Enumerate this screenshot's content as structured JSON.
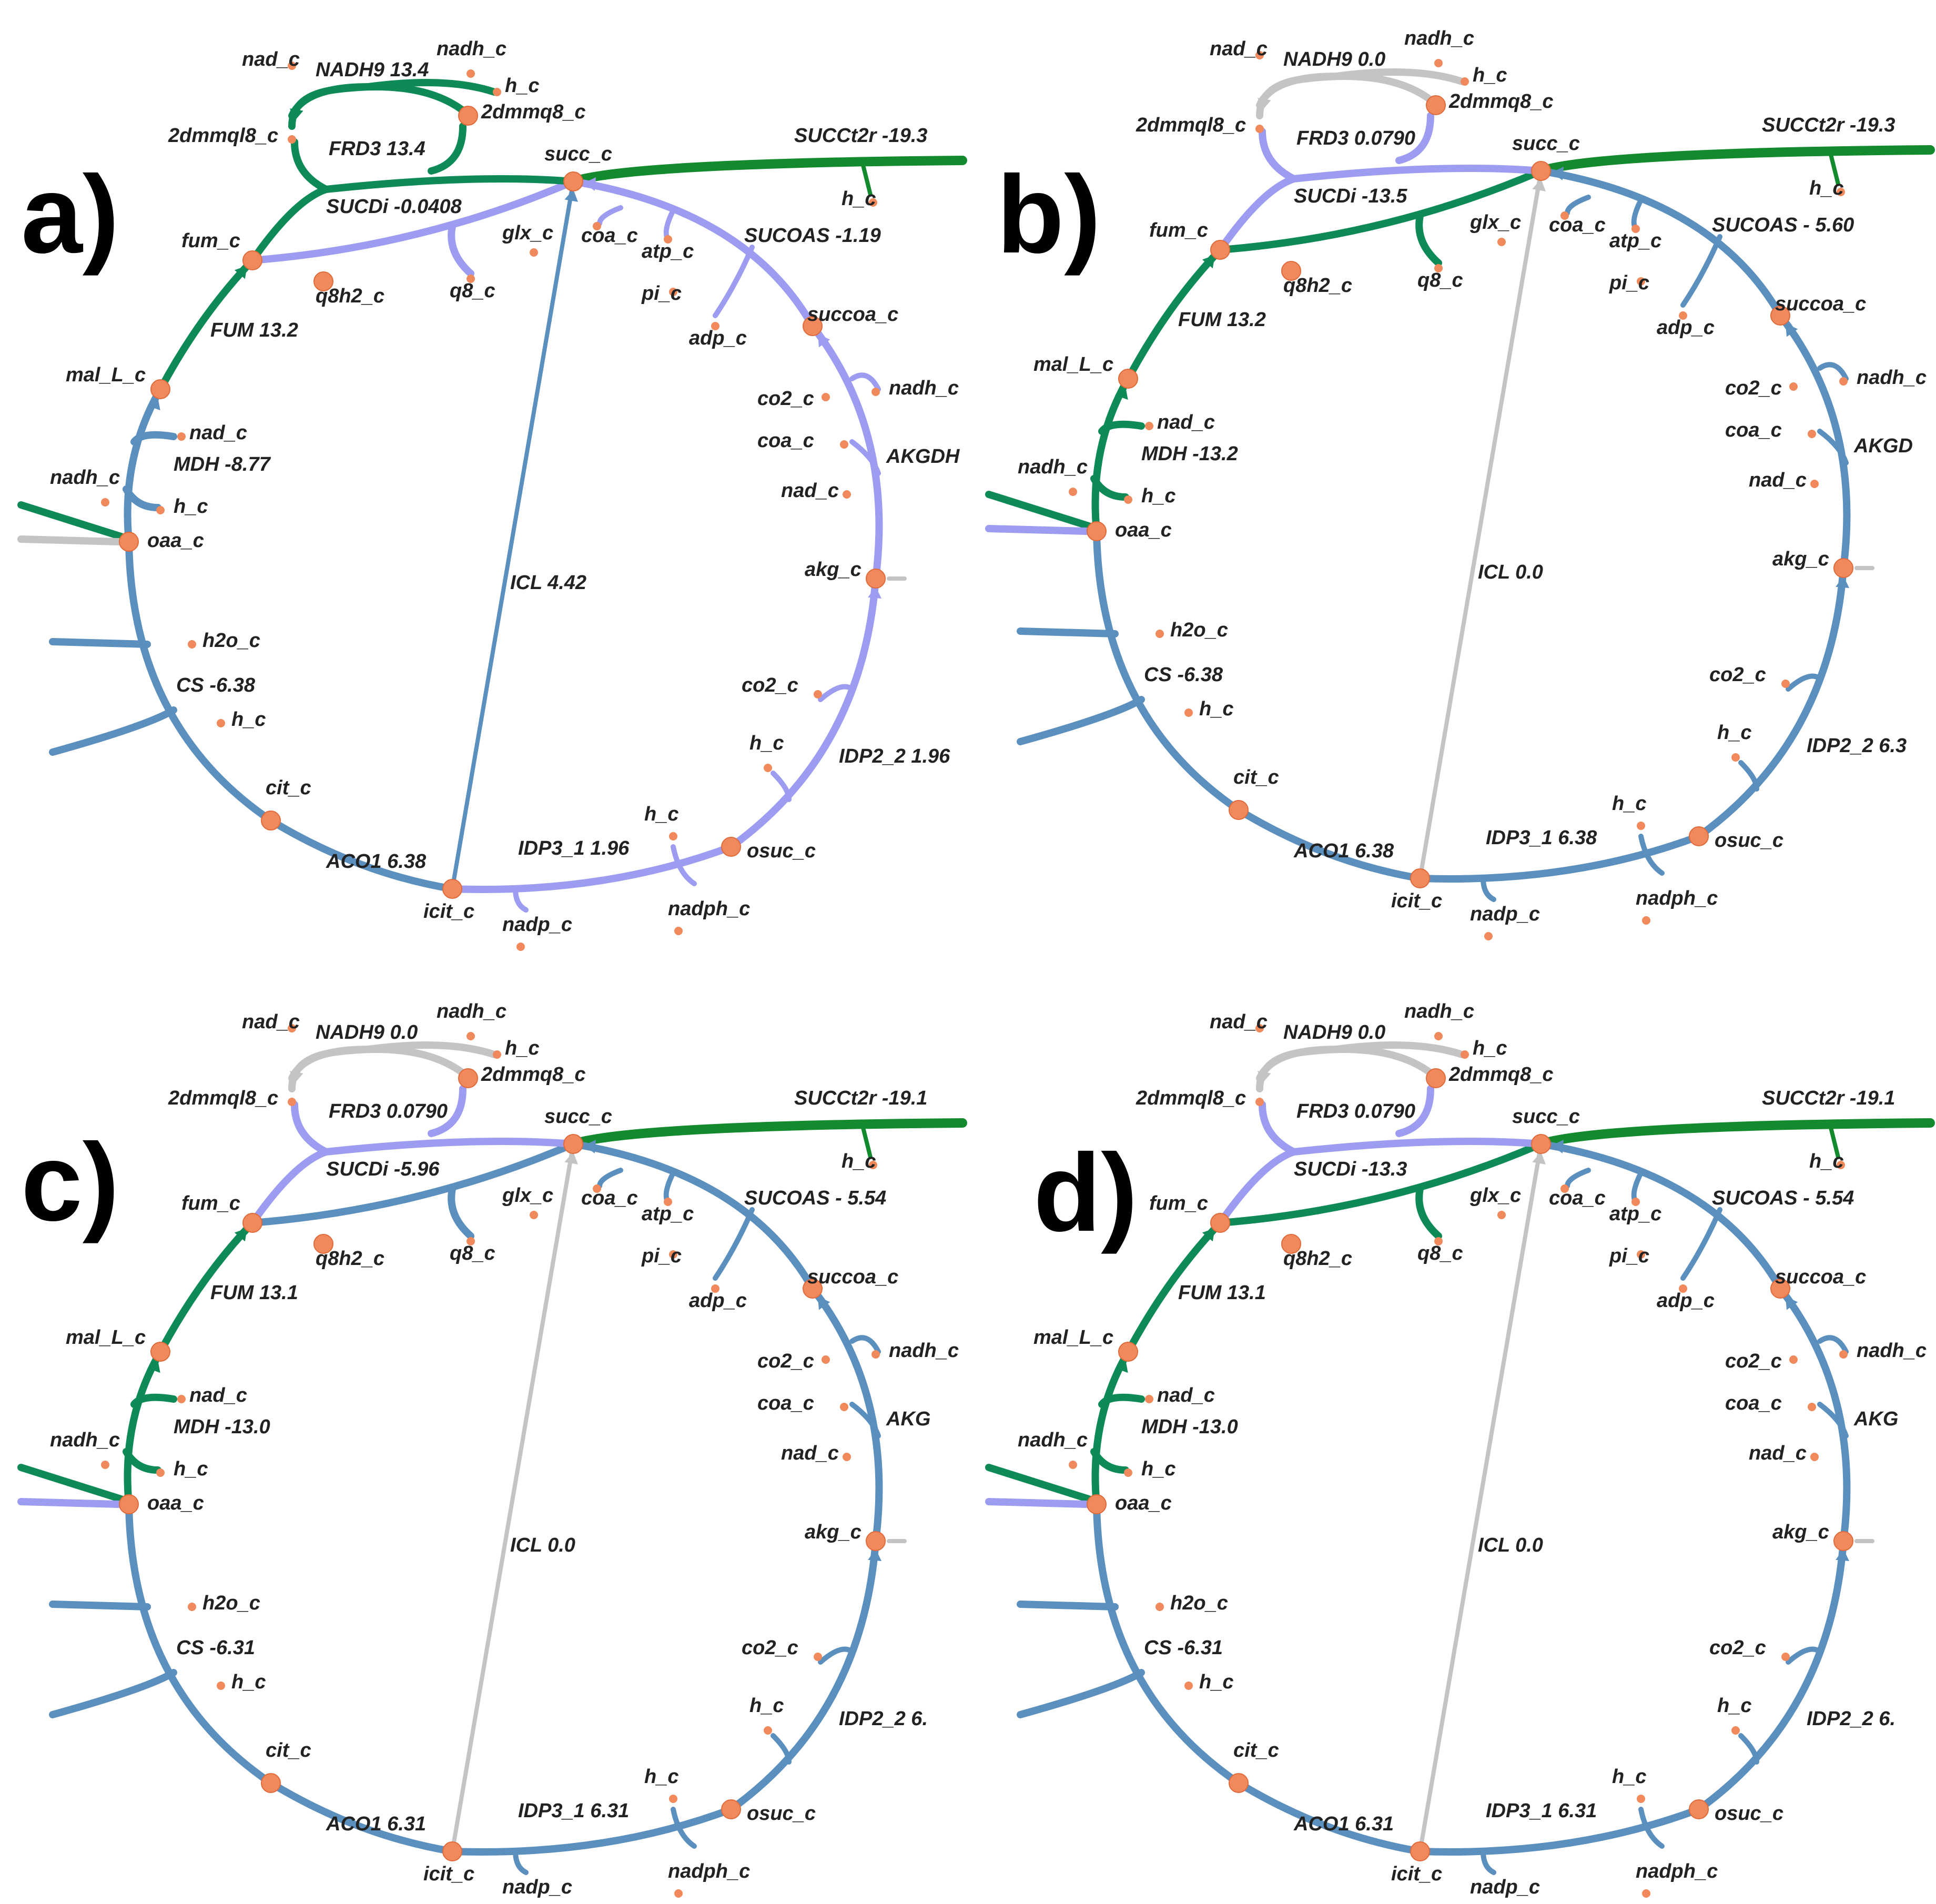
{
  "colors": {
    "green": "#0d8a55",
    "bright_green": "#138a2e",
    "steel_blue": "#5b8fbe",
    "lavender": "#9c9cf0",
    "gray": "#c4c4c4",
    "node": "#f08a5d",
    "node_stroke": "#e06a3a"
  },
  "panels": [
    {
      "id": "a",
      "label": "a)",
      "reactions": {
        "NADH9": "NADH9 13.4",
        "FRD3": "FRD3 13.4",
        "SUCDi": "SUCDi -0.0408",
        "SUCCt2r": "SUCCt2r -19.3",
        "SUCOAS": "SUCOAS -1.19",
        "AKGDH": "AKGDH",
        "FUM": "FUM 13.2",
        "MDH": "MDH -8.77",
        "CS": "CS -6.38",
        "ACO1": "ACO1 6.38",
        "ICL": "ICL 4.42",
        "IDP3_1": "IDP3_1 1.96",
        "IDP2_2": "IDP2_2 1.96"
      },
      "flux_colors": {
        "NADH9": "green",
        "FRD3": "green",
        "SUCDi": "lavender",
        "SUCCt2r": "bright_green",
        "SUCOAS": "lavender",
        "AKGDH": "lavender",
        "FUM": "green",
        "MDH": "steel_blue",
        "CS": "steel_blue",
        "ACO1": "steel_blue",
        "ICL": "steel_blue",
        "IDP3_1": "lavender",
        "IDP2_2": "lavender",
        "oaa_in_top": "green",
        "oaa_in_bottom": "gray"
      }
    },
    {
      "id": "b",
      "label": "b)",
      "reactions": {
        "NADH9": "NADH9 0.0",
        "FRD3": "FRD3 0.0790",
        "SUCDi": "SUCDi -13.5",
        "SUCCt2r": "SUCCt2r -19.3",
        "SUCOAS": "SUCOAS - 5.60",
        "AKGDH": "AKGD",
        "FUM": "FUM 13.2",
        "MDH": "MDH -13.2",
        "CS": "CS -6.38",
        "ACO1": "ACO1 6.38",
        "ICL": "ICL 0.0",
        "IDP3_1": "IDP3_1 6.38",
        "IDP2_2": "IDP2_2 6.3"
      },
      "flux_colors": {
        "NADH9": "gray",
        "FRD3": "lavender",
        "SUCDi": "green",
        "SUCCt2r": "bright_green",
        "SUCOAS": "steel_blue",
        "AKGDH": "steel_blue",
        "FUM": "green",
        "MDH": "green",
        "CS": "steel_blue",
        "ACO1": "steel_blue",
        "ICL": "gray",
        "IDP3_1": "steel_blue",
        "IDP2_2": "steel_blue",
        "oaa_in_top": "green",
        "oaa_in_bottom": "lavender"
      }
    },
    {
      "id": "c",
      "label": "c)",
      "reactions": {
        "NADH9": "NADH9 0.0",
        "FRD3": "FRD3 0.0790",
        "SUCDi": "SUCDi -5.96",
        "SUCCt2r": "SUCCt2r -19.1",
        "SUCOAS": "SUCOAS - 5.54",
        "AKGDH": "AKG",
        "FUM": "FUM 13.1",
        "MDH": "MDH -13.0",
        "CS": "CS -6.31",
        "ACO1": "ACO1 6.31",
        "ICL": "ICL 0.0",
        "IDP3_1": "IDP3_1 6.31",
        "IDP2_2": "IDP2_2 6."
      },
      "flux_colors": {
        "NADH9": "gray",
        "FRD3": "lavender",
        "SUCDi": "steel_blue",
        "SUCCt2r": "bright_green",
        "SUCOAS": "steel_blue",
        "AKGDH": "steel_blue",
        "FUM": "green",
        "MDH": "green",
        "CS": "steel_blue",
        "ACO1": "steel_blue",
        "ICL": "gray",
        "IDP3_1": "steel_blue",
        "IDP2_2": "steel_blue",
        "oaa_in_top": "green",
        "oaa_in_bottom": "lavender"
      }
    },
    {
      "id": "d",
      "label": "d)",
      "reactions": {
        "NADH9": "NADH9 0.0",
        "FRD3": "FRD3 0.0790",
        "SUCDi": "SUCDi -13.3",
        "SUCCt2r": "SUCCt2r -19.1",
        "SUCOAS": "SUCOAS - 5.54",
        "AKGDH": "AKG",
        "FUM": "FUM 13.1",
        "MDH": "MDH -13.0",
        "CS": "CS -6.31",
        "ACO1": "ACO1 6.31",
        "ICL": "ICL 0.0",
        "IDP3_1": "IDP3_1 6.31",
        "IDP2_2": "IDP2_2 6."
      },
      "flux_colors": {
        "NADH9": "gray",
        "FRD3": "lavender",
        "SUCDi": "green",
        "SUCCt2r": "bright_green",
        "SUCOAS": "steel_blue",
        "AKGDH": "steel_blue",
        "FUM": "green",
        "MDH": "green",
        "CS": "steel_blue",
        "ACO1": "steel_blue",
        "ICL": "gray",
        "IDP3_1": "steel_blue",
        "IDP2_2": "steel_blue",
        "oaa_in_top": "green",
        "oaa_in_bottom": "lavender"
      }
    }
  ],
  "metabolites": {
    "nad_top": "nad_c",
    "nadh_top": "nadh_c",
    "h_top": "h_c",
    "dmmq8": "2dmmq8_c",
    "dmmql8": "2dmmql8_c",
    "succ": "succ_c",
    "h_succt": "h_c",
    "fum": "fum_c",
    "q8h2": "q8h2_c",
    "q8": "q8_c",
    "glx": "glx_c",
    "coa_sucoas": "coa_c",
    "atp": "atp_c",
    "pi": "pi_c",
    "adp": "adp_c",
    "succoa": "succoa_c",
    "co2_akgdh": "co2_c",
    "nadh_akgdh": "nadh_c",
    "coa_akgdh": "coa_c",
    "nad_akgdh": "nad_c",
    "akg": "akg_c",
    "mal": "mal_L_c",
    "nad_mdh": "nad_c",
    "nadh_mdh": "nadh_c",
    "h_mdh": "h_c",
    "oaa": "oaa_c",
    "h2o": "h2o_c",
    "h_cs": "h_c",
    "cit": "cit_c",
    "icit": "icit_c",
    "nadp": "nadp_c",
    "nadph": "nadph_c",
    "h_idp3": "h_c",
    "osuc": "osuc_c",
    "co2_idp2": "co2_c",
    "h_idp2": "h_c"
  }
}
